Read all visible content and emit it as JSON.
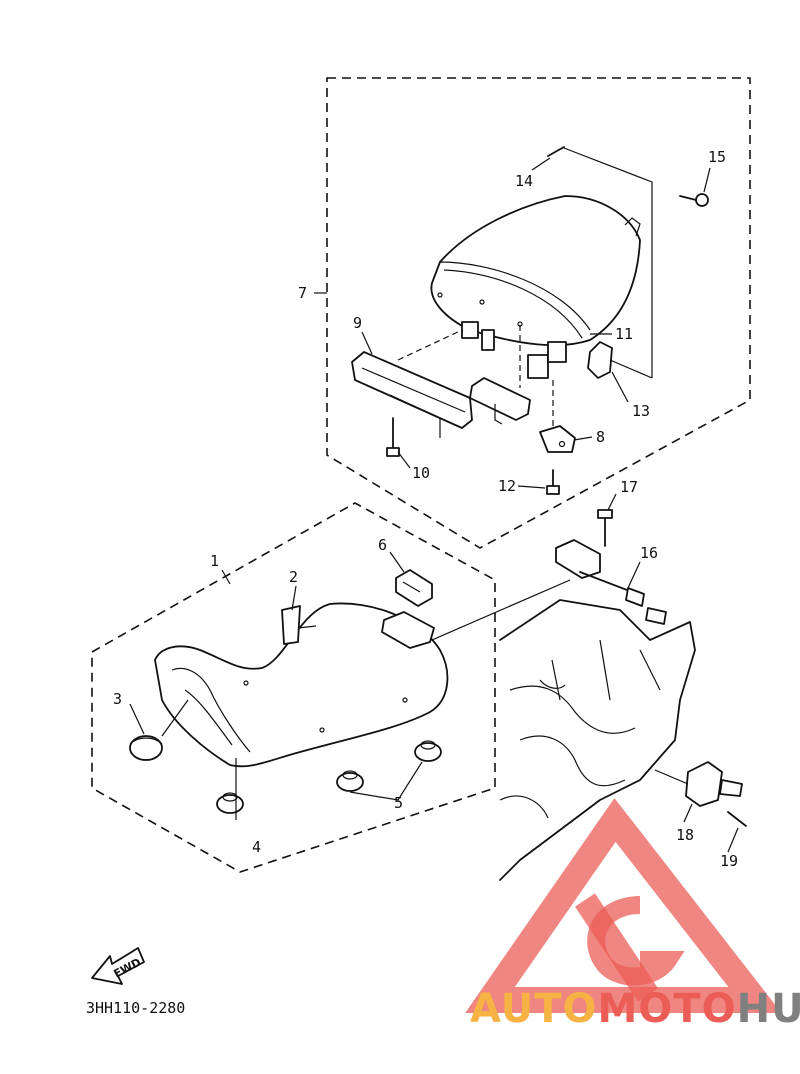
{
  "callouts": [
    {
      "id": "1",
      "text": "1"
    },
    {
      "id": "2",
      "text": "2"
    },
    {
      "id": "3",
      "text": "3"
    },
    {
      "id": "4",
      "text": "4"
    },
    {
      "id": "5",
      "text": "5"
    },
    {
      "id": "6",
      "text": "6"
    },
    {
      "id": "7",
      "text": "7"
    },
    {
      "id": "8",
      "text": "8"
    },
    {
      "id": "9",
      "text": "9"
    },
    {
      "id": "10",
      "text": "10"
    },
    {
      "id": "11",
      "text": "11"
    },
    {
      "id": "12",
      "text": "12"
    },
    {
      "id": "13",
      "text": "13"
    },
    {
      "id": "14",
      "text": "14"
    },
    {
      "id": "15",
      "text": "15"
    },
    {
      "id": "16",
      "text": "16"
    },
    {
      "id": "17",
      "text": "17"
    },
    {
      "id": "18",
      "text": "18"
    },
    {
      "id": "19",
      "text": "19"
    }
  ],
  "fwd_label": "FWD",
  "ref_code": "3HH110-2280",
  "watermark": {
    "part1": "AUTO",
    "part2": "MOTO",
    "part3": "HUB",
    "color_orange": "#f5a623",
    "color_red": "#e8413a",
    "color_gray": "#6b6b6b"
  }
}
